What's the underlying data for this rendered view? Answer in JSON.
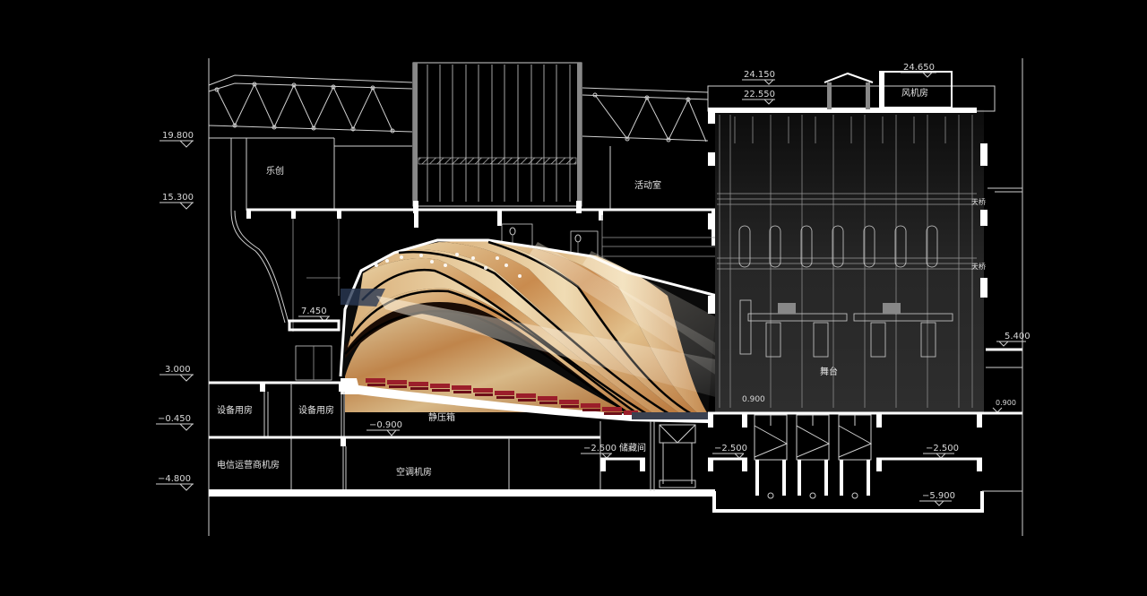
{
  "drawing": {
    "type": "architectural-section",
    "subject": "theater auditorium and stage building section",
    "colors": {
      "background": "#000000",
      "linework": "#d0d0d0",
      "walls": "#ffffff",
      "ceiling_panels": "#c9945a",
      "seats": "#9b1e2a",
      "stage_fill": "#1e1e1e",
      "light_beam": "#e8e0d0"
    }
  },
  "levels_left": [
    {
      "id": "l19800",
      "label": "19.800"
    },
    {
      "id": "l15300",
      "label": "15.300"
    },
    {
      "id": "l3000",
      "label": "3.000"
    },
    {
      "id": "lm0450",
      "label": "−0.450"
    },
    {
      "id": "lm4800",
      "label": "−4.800"
    }
  ],
  "levels_internal": [
    {
      "id": "l7450",
      "label": "7.450"
    },
    {
      "id": "lm0900a",
      "label": "−0.900"
    },
    {
      "id": "lm2500a",
      "label": "−2.500"
    },
    {
      "id": "lm2500b",
      "label": "−2.500"
    },
    {
      "id": "lm2500c",
      "label": "−2.500"
    },
    {
      "id": "lm5900",
      "label": "−5.900"
    },
    {
      "id": "l24150",
      "label": "24.150"
    },
    {
      "id": "l22550",
      "label": "22.550"
    },
    {
      "id": "l24650",
      "label": "24.650"
    },
    {
      "id": "l5400",
      "label": "5.400"
    },
    {
      "id": "l0900b",
      "label": "0.900"
    },
    {
      "id": "l0900c",
      "label": "0.900"
    }
  ],
  "rooms": [
    {
      "id": "orchestra",
      "label": "乐创"
    },
    {
      "id": "activity",
      "label": "活动室"
    },
    {
      "id": "fan_room",
      "label": "风机房"
    },
    {
      "id": "equip1",
      "label": "设备用房"
    },
    {
      "id": "equip2",
      "label": "设备用房"
    },
    {
      "id": "plenum",
      "label": "静压箱"
    },
    {
      "id": "telecom",
      "label": "电信运营商机房"
    },
    {
      "id": "ac_room",
      "label": "空调机房"
    },
    {
      "id": "storage",
      "label": "储藏间"
    },
    {
      "id": "stage",
      "label": "舞台"
    },
    {
      "id": "bridge_upper",
      "label": "天桥"
    },
    {
      "id": "bridge_lower",
      "label": "天桥"
    }
  ]
}
